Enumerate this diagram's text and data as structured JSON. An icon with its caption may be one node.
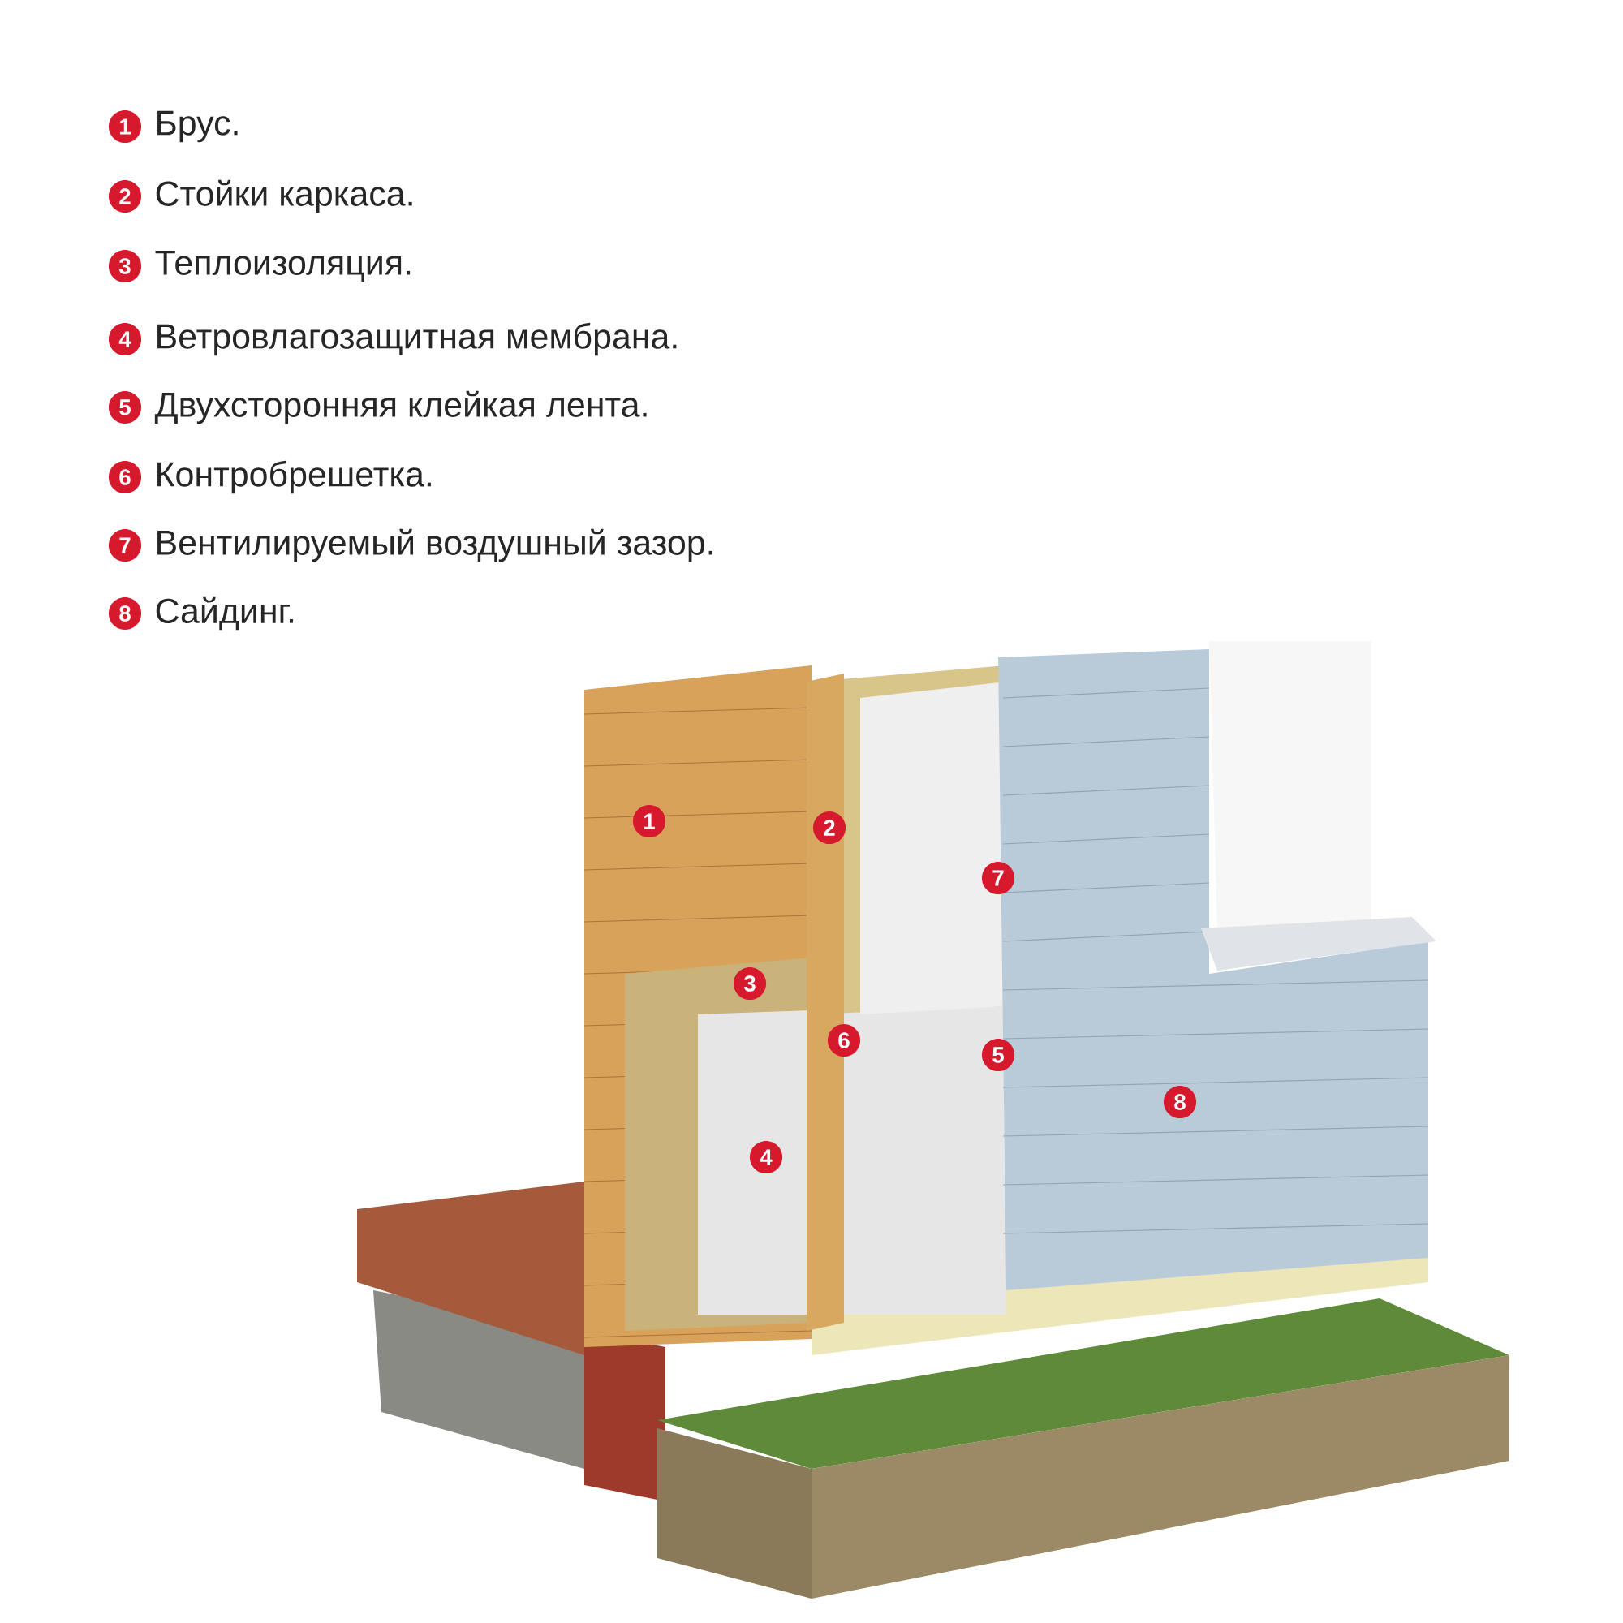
{
  "diagram": {
    "labels": [
      "1",
      "Брус.",
      "2",
      "Стойки каркаса.",
      "3",
      "Теплоизоляция.",
      "4",
      "Ветровлагозащитная мембрана.",
      "5",
      "Двухсторонняя клейкая лента.",
      "6",
      "Контробрешетка.",
      "7",
      "Вентилируемый воздушный зазор.",
      "8",
      "Сайдинг.",
      "1",
      "2",
      "7",
      "3",
      "6",
      "5",
      "8",
      "4"
    ]
  }
}
